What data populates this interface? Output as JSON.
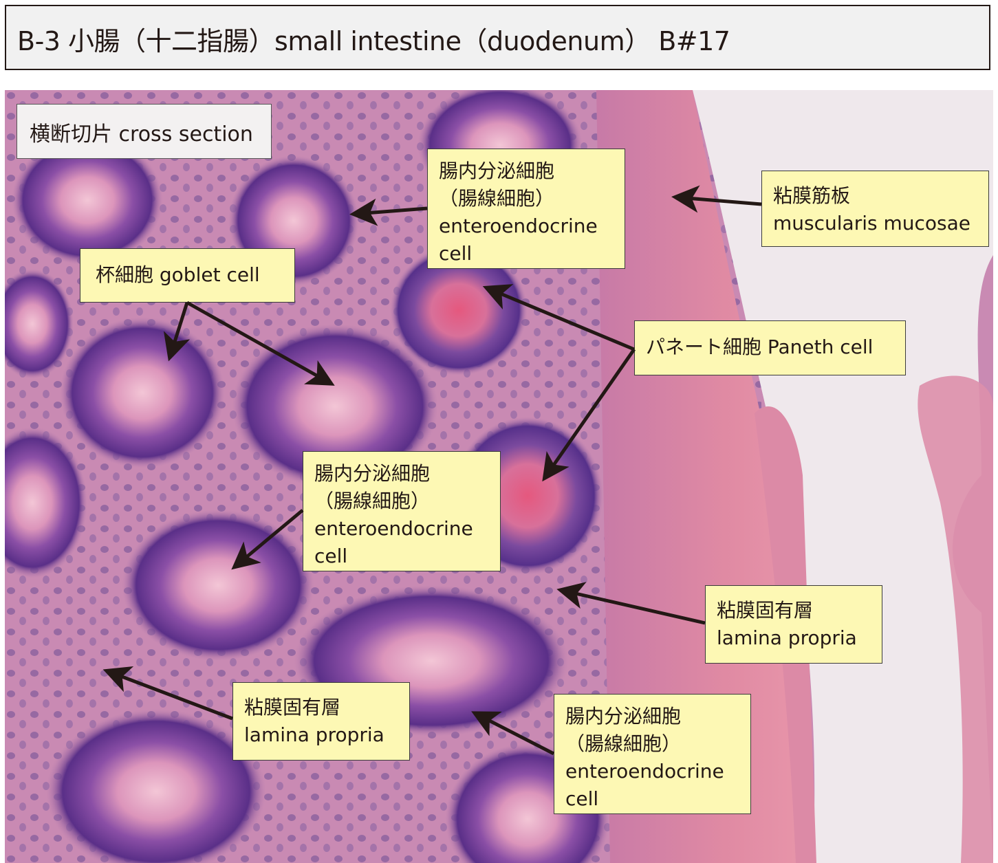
{
  "title": "B-3 小腸（十二指腸）small intestine（duodenum） B#17",
  "section_label": "横断切片 cross section",
  "labels": {
    "enteroendocrine_top": {
      "jp": "腸内分泌細胞",
      "jp2": "（腸線細胞）",
      "en1": "enteroendocrine",
      "en2": "cell"
    },
    "muscularis": {
      "jp": "粘膜筋板",
      "en": "muscularis mucosae"
    },
    "goblet": {
      "text": "杯細胞 goblet cell"
    },
    "paneth": {
      "text": "パネート細胞 Paneth cell"
    },
    "enteroendocrine_mid": {
      "jp": "腸内分泌細胞",
      "jp2": "（腸線細胞）",
      "en1": "enteroendocrine",
      "en2": "cell"
    },
    "lamina_right": {
      "jp": "粘膜固有層",
      "en": "lamina propria"
    },
    "lamina_left": {
      "jp": "粘膜固有層",
      "en": "lamina propria"
    },
    "enteroendocrine_bottom": {
      "jp": "腸内分泌細胞",
      "jp2": "（腸線細胞）",
      "en1": "enteroendocrine",
      "en2": "cell"
    }
  },
  "colors": {
    "label_bg": "#fdf8b4",
    "arrow": "#231815",
    "tissue_pink": "#d98aa8",
    "tissue_purple": "#6a3f94"
  }
}
